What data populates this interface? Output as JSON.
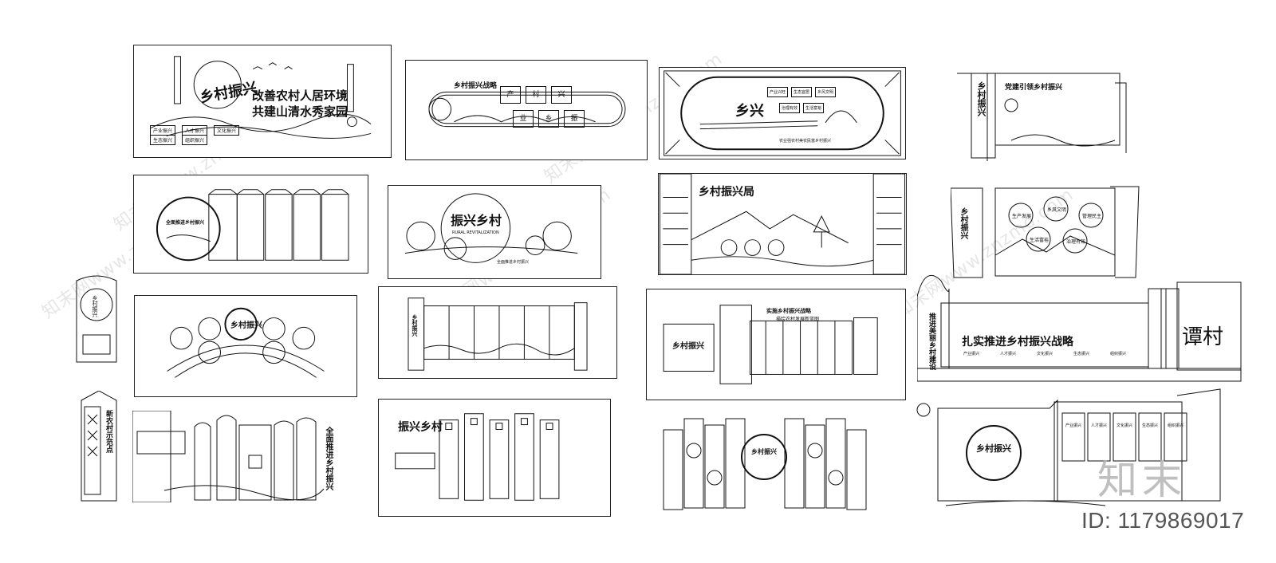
{
  "watermark": {
    "text": "知末网www.znzmo.com"
  },
  "logo": {
    "text": "知末"
  },
  "image_id": {
    "text": "ID: 1179869017"
  },
  "panels": {
    "p1": {
      "title1": "改善农村人居环境",
      "title2": "共建山清水秀家园",
      "logo": "乡村振兴",
      "buttons": [
        "产业振兴",
        "人才振兴",
        "文化振兴",
        "生态振兴",
        "组织振兴"
      ]
    },
    "p2": {
      "title": "乡村振兴战略",
      "boxes": [
        "产",
        "村",
        "兴",
        "业",
        "乡",
        "振"
      ]
    },
    "p3": {
      "logo": "乡兴",
      "hexes": [
        "产业兴旺",
        "生态宜居",
        "乡风文明",
        "治理有效",
        "生活富裕"
      ],
      "caption": "农业强农村美农民富乡村振兴"
    },
    "p4": {
      "vertical": "乡村振兴",
      "heading": "党建引领乡村振兴"
    },
    "p5": {
      "circle_text": "全面推进乡村振兴"
    },
    "p6": {
      "logo": "振兴乡村",
      "sub": "RURAL REVITALIZATION",
      "caption": "全面推进乡村振兴"
    },
    "p7": {
      "title": "乡村振兴局"
    },
    "p8": {
      "circles": [
        "生产发展",
        "乡风文明",
        "管理民主",
        "生活富裕",
        "治理有效"
      ],
      "logo": "乡村振兴"
    },
    "p9": {
      "logo": "乡村振兴"
    },
    "p10": {
      "logo": "乡村振兴"
    },
    "p11": {
      "title": "实施乡村振兴战略",
      "sub": "描绘农村发展新蓝图",
      "logo": "乡村振兴"
    },
    "p12": {
      "vertical": "推进美丽乡村建设",
      "slogan": "扎实推进乡村振兴战略",
      "village": "谭村",
      "labels": [
        "产业振兴",
        "人才振兴",
        "文化振兴",
        "生态振兴",
        "组织振兴"
      ]
    },
    "p13": {
      "vertical": "新农村示范点"
    },
    "p14": {
      "logo": "全面推进乡村振兴"
    },
    "p15": {
      "logo": "振兴乡村"
    },
    "p16": {
      "logo": "乡村振兴"
    },
    "p17": {
      "logo": "乡村振兴",
      "labels": [
        "产业振兴",
        "人才振兴",
        "文化振兴",
        "生态振兴",
        "组织振兴"
      ]
    },
    "p18": {
      "vertical": "乡村振兴"
    }
  }
}
